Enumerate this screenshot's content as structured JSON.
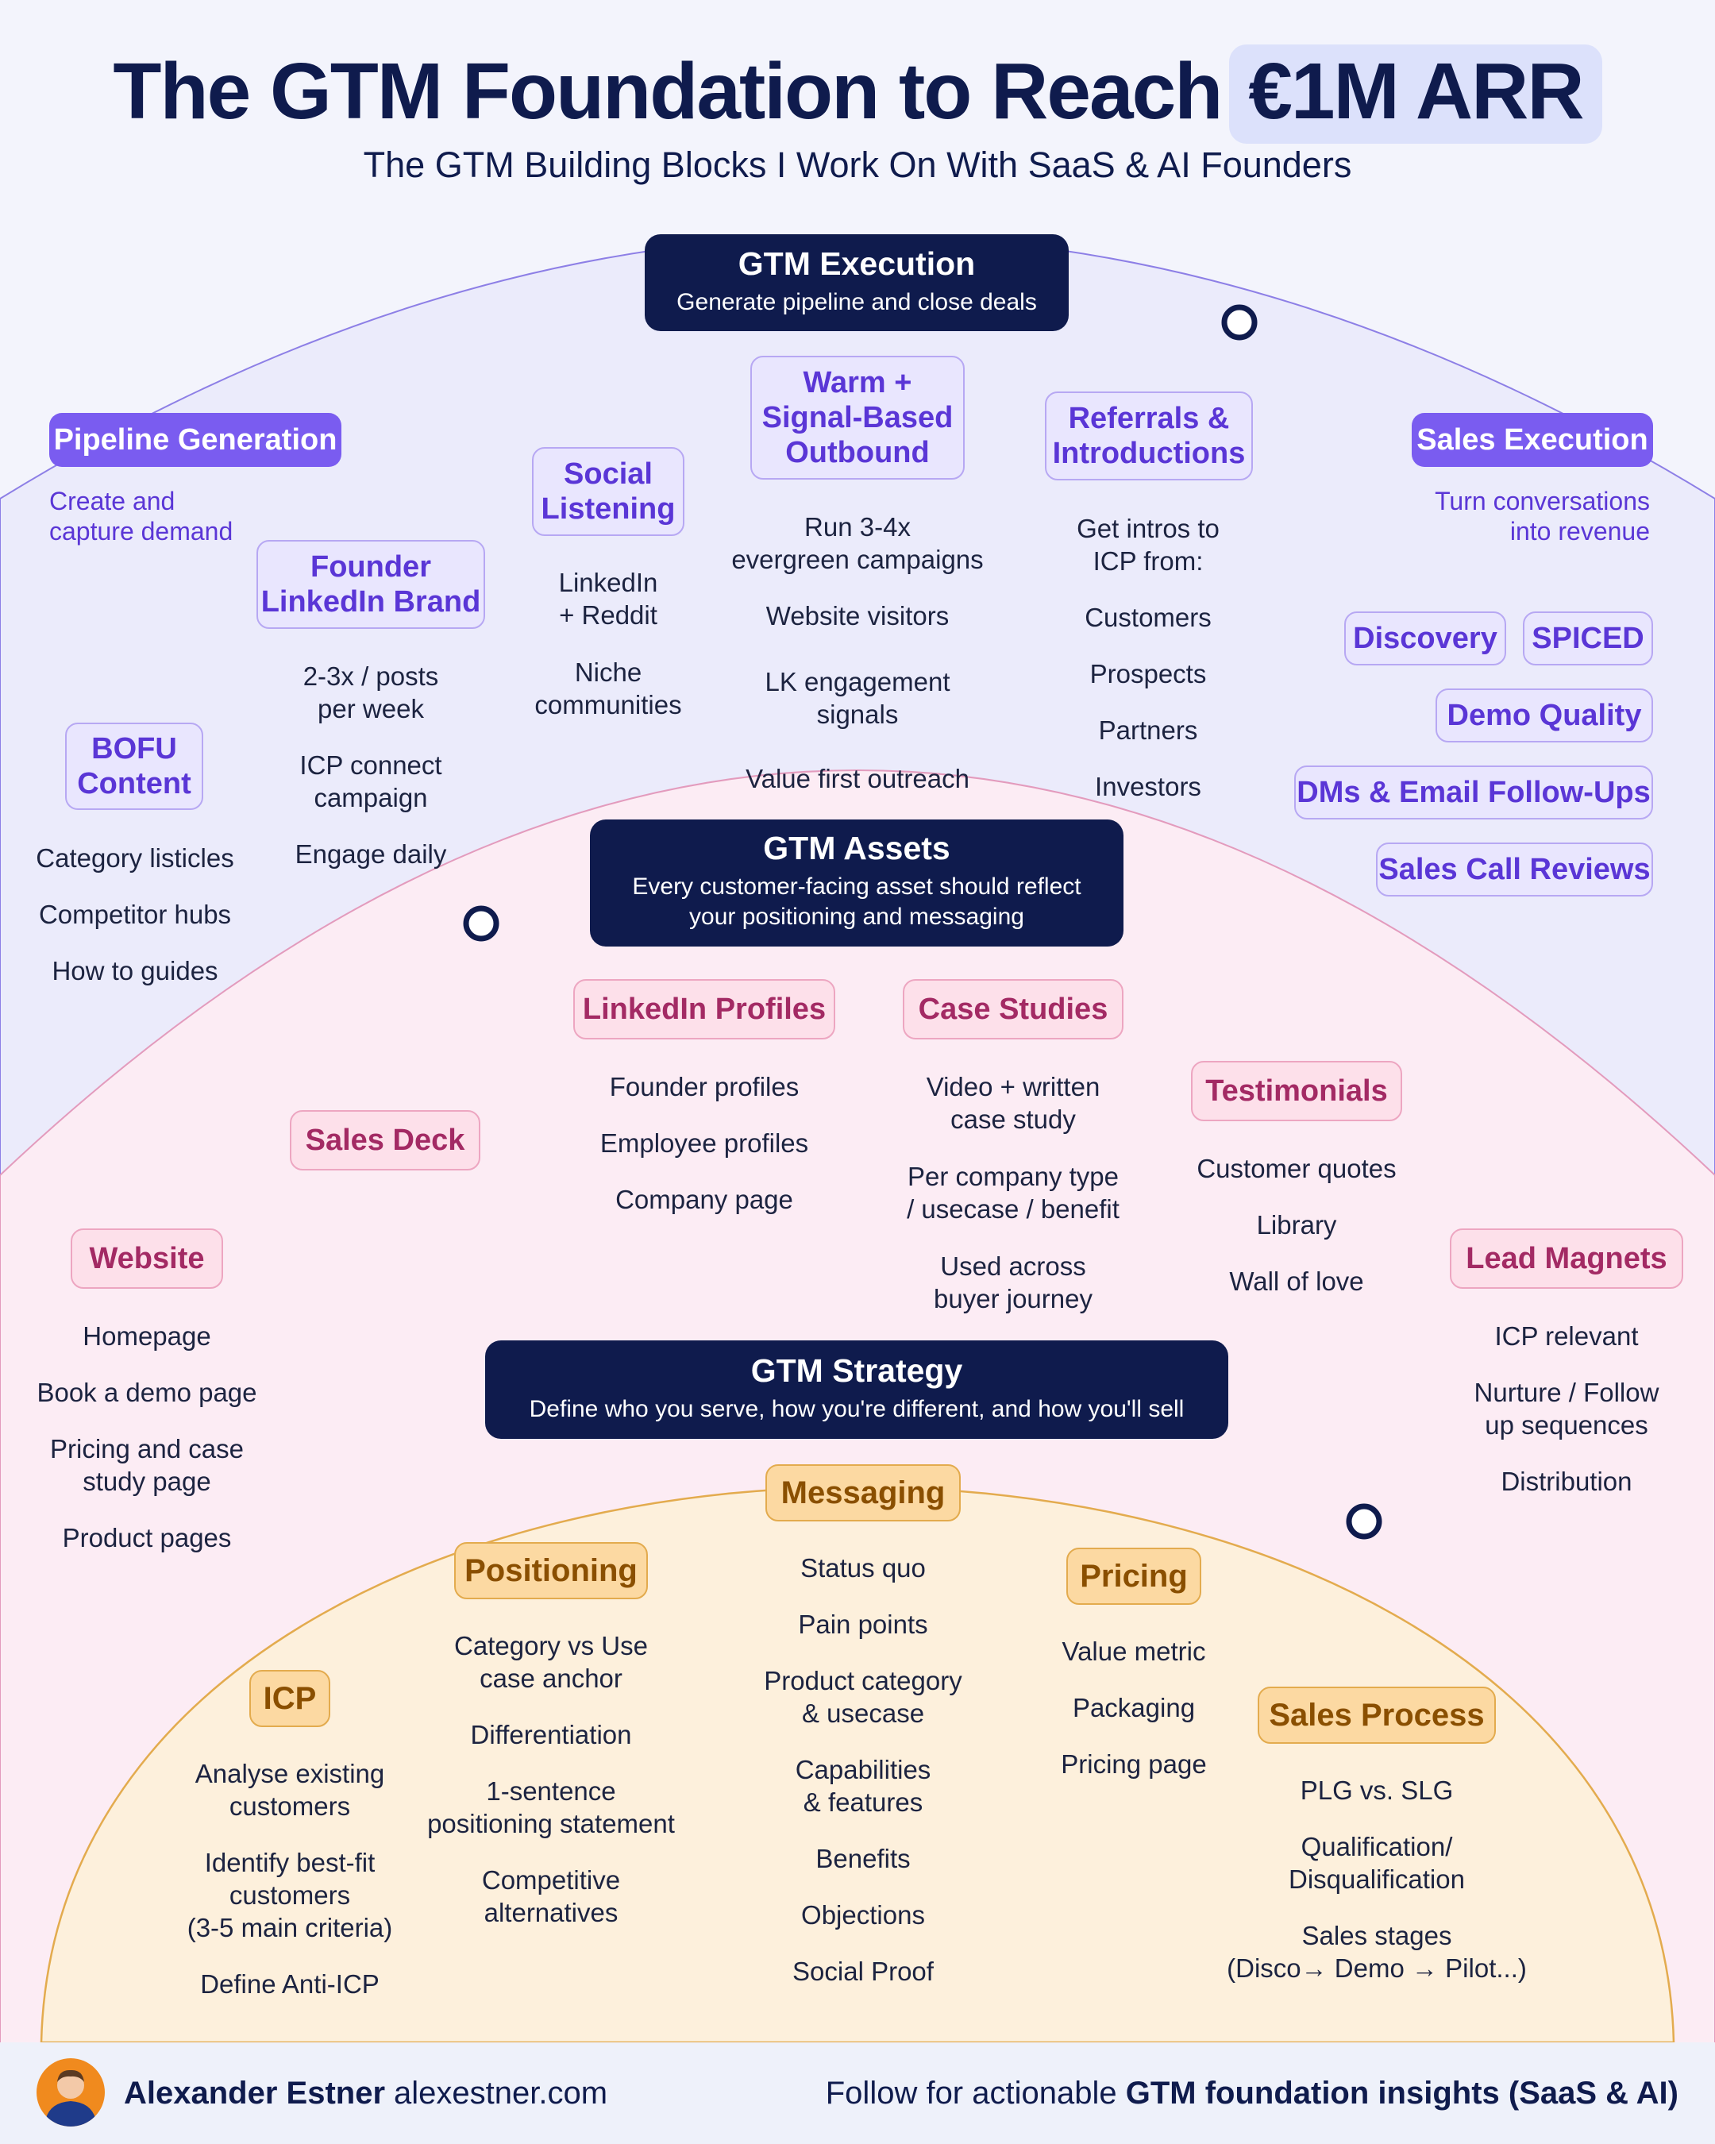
{
  "header": {
    "title_main": "The GTM Foundation to Reach",
    "title_highlight": "€1M ARR",
    "subtitle": "The GTM Building Blocks I Work On With SaaS & AI Founders"
  },
  "colors": {
    "navy": "#0f1b4d",
    "execution_purple": "#7a5cf0",
    "assets_pink": "#a32a64",
    "strategy_orange": "#e3ab4e"
  },
  "execution": {
    "title": "GTM Execution",
    "subtitle": "Generate pipeline and close deals",
    "pipeline_generation": {
      "label": "Pipeline Generation",
      "description": "Create and\ncapture demand"
    },
    "bofu": {
      "label": "BOFU\nContent",
      "items": [
        "Category listicles",
        "Competitor hubs",
        "How to guides"
      ]
    },
    "founder_brand": {
      "label": "Founder\nLinkedIn Brand",
      "items": [
        "2-3x / posts\nper week",
        "ICP connect\ncampaign",
        "Engage daily"
      ]
    },
    "social_listening": {
      "label": "Social\nListening",
      "items": [
        "LinkedIn\n+ Reddit",
        "Niche\ncommunities"
      ]
    },
    "outbound": {
      "label": "Warm +\nSignal-Based\nOutbound",
      "items": [
        "Run 3-4x\nevergreen campaigns",
        "Website visitors",
        "LK engagement\nsignals",
        "Value first outreach"
      ]
    },
    "referrals": {
      "label": "Referrals &\nIntroductions",
      "items": [
        "Get intros to\nICP from:",
        "Customers",
        "Prospects",
        "Partners",
        "Investors"
      ]
    },
    "sales_execution": {
      "label": "Sales Execution",
      "description": "Turn conversations\ninto revenue",
      "tags": [
        "Discovery",
        "SPICED",
        "Demo Quality",
        "DMs & Email Follow-Ups",
        "Sales Call Reviews"
      ]
    }
  },
  "assets": {
    "title": "GTM Assets",
    "subtitle": "Every customer-facing asset should reflect\nyour positioning and messaging",
    "linkedin_profiles": {
      "label": "LinkedIn Profiles",
      "items": [
        "Founder profiles",
        "Employee profiles",
        "Company page"
      ]
    },
    "case_studies": {
      "label": "Case Studies",
      "items": [
        "Video + written\ncase study",
        "Per company type\n/ usecase / benefit",
        "Used across\nbuyer journey"
      ]
    },
    "testimonials": {
      "label": "Testimonials",
      "items": [
        "Customer quotes",
        "Library",
        "Wall of love"
      ]
    },
    "sales_deck": {
      "label": "Sales Deck"
    },
    "website": {
      "label": "Website",
      "items": [
        "Homepage",
        "Book a demo page",
        "Pricing and case\nstudy page",
        "Product pages"
      ]
    },
    "lead_magnets": {
      "label": "Lead Magnets",
      "items": [
        "ICP relevant",
        "Nurture / Follow\nup sequences",
        "Distribution"
      ]
    }
  },
  "strategy": {
    "title": "GTM Strategy",
    "subtitle": "Define who you serve, how you're different, and how you'll sell",
    "icp": {
      "label": "ICP",
      "items": [
        "Analyse existing\ncustomers",
        "Identify best-fit\ncustomers\n(3-5 main criteria)",
        "Define Anti-ICP"
      ]
    },
    "positioning": {
      "label": "Positioning",
      "items": [
        "Category vs Use\ncase anchor",
        "Differentiation",
        "1-sentence\npositioning statement",
        "Competitive\nalternatives"
      ]
    },
    "messaging": {
      "label": "Messaging",
      "items": [
        "Status quo",
        "Pain points",
        "Product category\n& usecase",
        "Capabilities\n& features",
        "Benefits",
        "Objections",
        "Social Proof"
      ]
    },
    "pricing": {
      "label": "Pricing",
      "items": [
        "Value metric",
        "Packaging",
        "Pricing page"
      ]
    },
    "sales_process": {
      "label": "Sales Process",
      "items": [
        "PLG vs. SLG",
        "Qualification/\nDisqualification",
        "Sales stages\n(Disco→ Demo → Pilot...)"
      ]
    }
  },
  "footer": {
    "name": "Alexander Estner",
    "website": "alexestner.com",
    "cta_prefix": "Follow for actionable ",
    "cta_bold": "GTM foundation insights (SaaS & AI)"
  }
}
